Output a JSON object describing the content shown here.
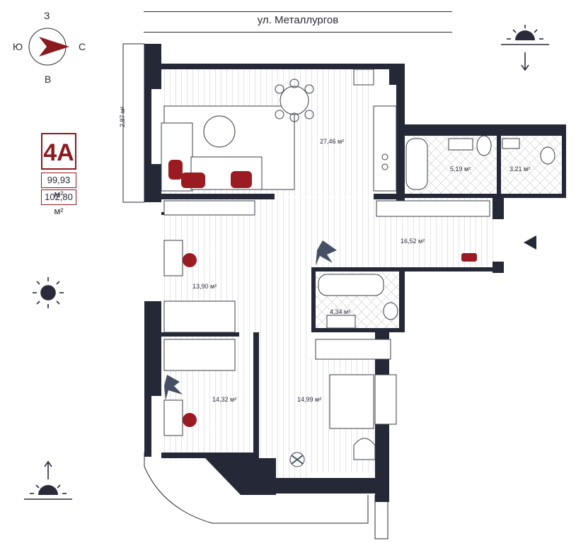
{
  "street": "ул. Металлургов",
  "compass": {
    "north": "З",
    "west": "Ю",
    "east": "С",
    "south": "В"
  },
  "unit": {
    "name": "4А",
    "area_living": "99,93 м²",
    "area_total": "102,80 м²"
  },
  "balcony_area": "2,87 м²",
  "rooms": [
    {
      "id": "kitchen-living",
      "area": "27,46 м²"
    },
    {
      "id": "bathroom-1",
      "area": "5,19 м²"
    },
    {
      "id": "wc",
      "area": "3,21 м²"
    },
    {
      "id": "hall",
      "area": "16,52 м²"
    },
    {
      "id": "bedroom-1",
      "area": "13,90 м²"
    },
    {
      "id": "bathroom-2",
      "area": "4,34 м²"
    },
    {
      "id": "bedroom-2",
      "area": "14,32 м²"
    },
    {
      "id": "bedroom-3",
      "area": "14,99 м²"
    }
  ],
  "colors": {
    "wall": "#252837",
    "accent": "#8b1a1f",
    "furniture_red": "#9b1b22",
    "line": "#2a2a3a"
  },
  "icons": [
    "compass-icon",
    "sunrise-icon",
    "sun-icon",
    "sunset-icon",
    "entrance-arrow-icon"
  ]
}
